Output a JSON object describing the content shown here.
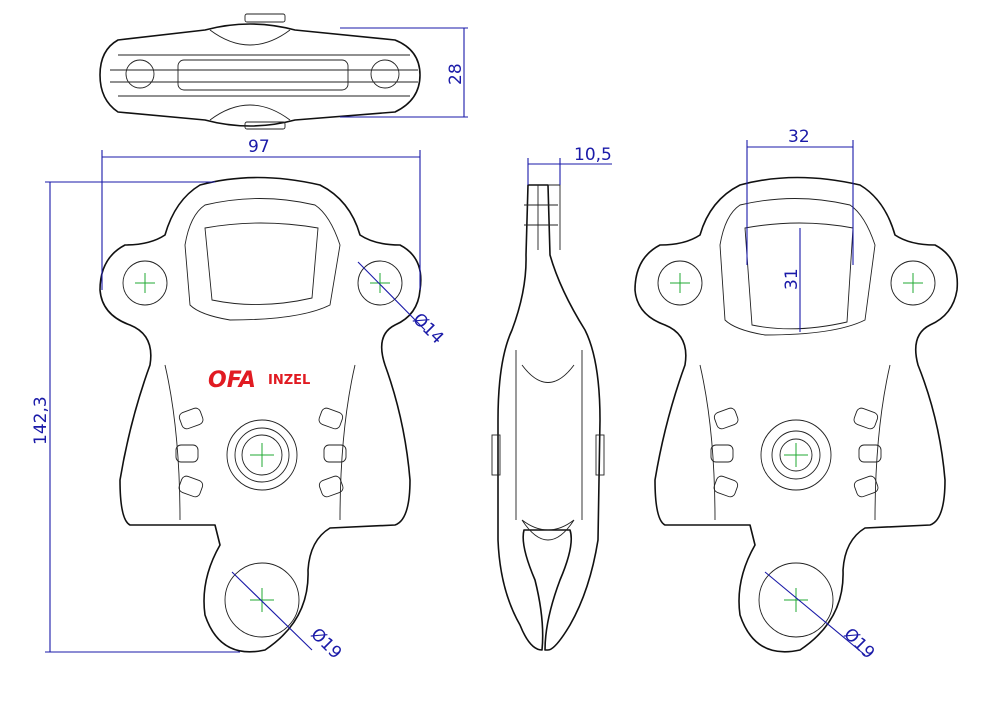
{
  "drawing": {
    "dimensions": {
      "top_height": "28",
      "front_width": "97",
      "front_height": "142,3",
      "side_thickness": "10,5",
      "hole_small_diameter": "Ø14",
      "hole_large_diameter_front": "Ø19",
      "back_window_width": "32",
      "back_window_height": "31",
      "hole_large_diameter_back": "Ø19"
    },
    "logo": {
      "mark": "OFA",
      "name": "INZEL"
    },
    "colors": {
      "outline": "#111111",
      "dimension": "#1a1aa8",
      "centerline": "#22aa33",
      "logo": "#e11b22"
    }
  }
}
